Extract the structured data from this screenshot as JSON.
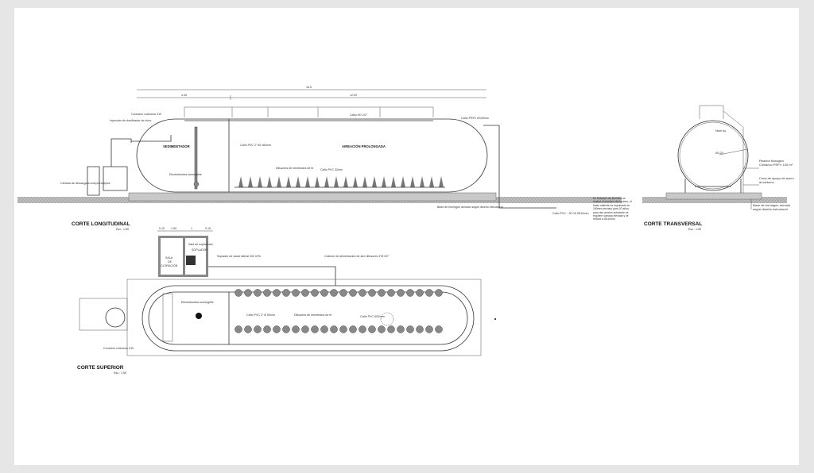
{
  "drawing": {
    "dimensions": {
      "total": "16.5",
      "left": "4.45",
      "right": "12.00"
    },
    "longitudinal": {
      "title": "CORTE LONGITUDINAL",
      "scale": "Esc.: 1:50",
      "zone_sedimentador": "SEDIMENTADOR",
      "zone_aireacion": "AIREACIÓN PROLONGADA",
      "labels": {
        "conexion_colectora": "Conexión colectora 4\"Ø",
        "inyeccion": "Inyección de dosificador de cloro",
        "camara_descarga": "Cámara de descarga a cuerpo receptor",
        "electrobomba": "Electrobomba sumergible",
        "cano_pvc_2": "Caño PVC 2\" 50 x60mm",
        "difusores": "Difusores de membrana de fe",
        "cano_pvc_32": "Caño PVC 32mm",
        "cano_hg": "Caño HG 2/2\"",
        "cano_prfv": "Caño PRFV Ø100mm",
        "losa": "Base de hormigón armado según diseño estructural",
        "cano_pvc_je": "Caño PVC - JE C6 Ø110mm",
        "nota_estacion": "En Estación de Bombeo se realiza el bombeo de líquidos, el fluido saliente es impulsado en 160mm previsto para 20 años, para dar presión suficiente se requiere cámara elevada y se reduce a Ø110mm"
      }
    },
    "transversal": {
      "title": "CORTE TRANSVERSAL",
      "scale": "Esc.: 1:50",
      "labels": {
        "reactor": "Reactor biológico Cilíndrico PRFV 100 m³",
        "cuna": "Cuna de apoyo de acero al carbono",
        "losa": "Base de hormigón armado según diseño estructural",
        "diam": "Ø3.20",
        "nivel": "Nivel liq."
      }
    },
    "superior": {
      "title": "CORTE SUPERIOR",
      "scale": "Esc.: 1:50",
      "sala": [
        "SALA",
        "DE",
        "CLORACIÓN"
      ],
      "soplador": "SOPLADOR",
      "labels": {
        "sala_soplador": "Sala de sopladores",
        "soplador_canal": "Soplador de canal lateral 230 m³/h",
        "colector": "Colector de alimentación de aire difusores 4\"Ø 2/2\"",
        "electrobomba": "Electrobomba sumergible",
        "cano_pvc_2": "Caño PVC 2\" Ø 50mm",
        "difusores": "Difusores de membrana de fe",
        "cano_pvc": "Caño PVC Ø32mm",
        "conexion": "Conexión colectora 4\"Ø"
      },
      "plan_dims": [
        "0.15",
        "1.50",
        "1",
        "0.15"
      ]
    }
  }
}
